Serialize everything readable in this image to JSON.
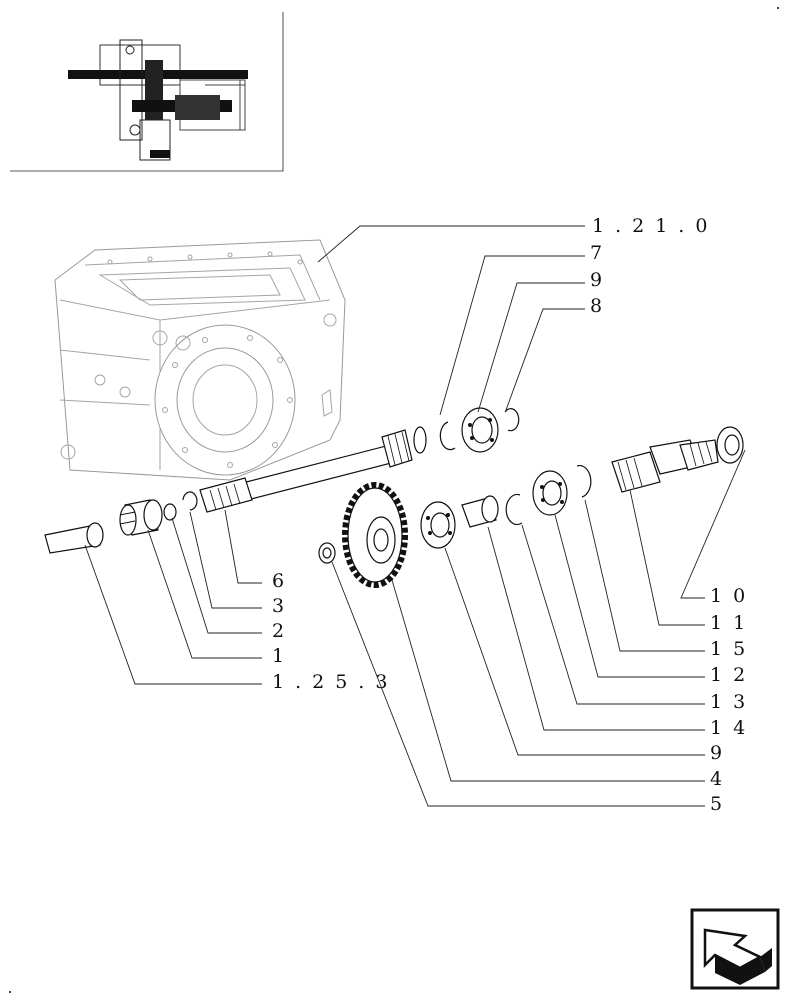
{
  "callouts": {
    "ref_1210": "1.21.0",
    "ref_1253": "1.25.3",
    "n1": "1",
    "n2": "2",
    "n3": "3",
    "n4": "4",
    "n5": "5",
    "n6": "6",
    "n7": "7",
    "n8": "8",
    "n9a": "9",
    "n9b": "9",
    "n10": "10",
    "n11": "11",
    "n12": "12",
    "n13": "13",
    "n14": "14",
    "n15": "15"
  },
  "colors": {
    "ink": "#111111",
    "housing": "#9a9a9a",
    "background": "#ffffff"
  },
  "icons": {
    "nav": "back-arrow-icon"
  }
}
